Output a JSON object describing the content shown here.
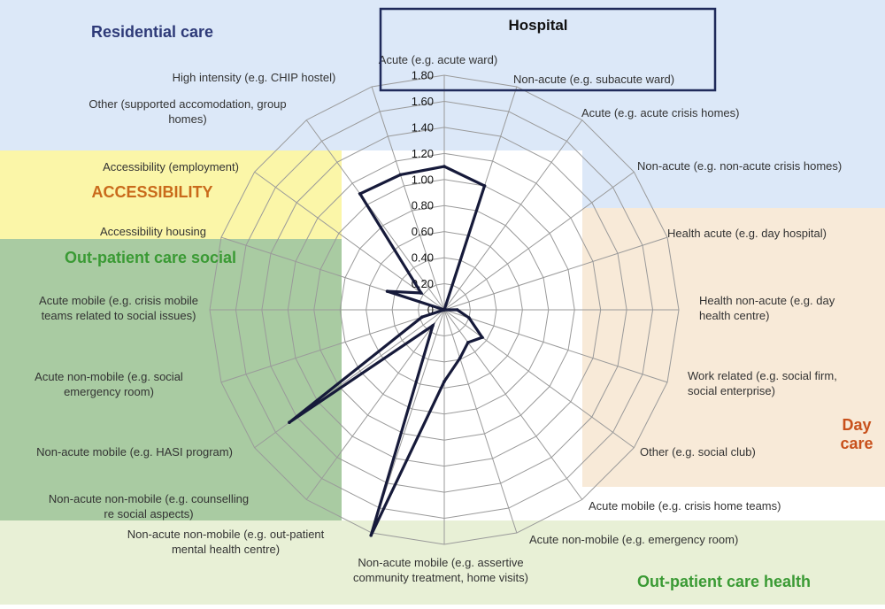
{
  "chart_data": {
    "type": "radar",
    "grid": true,
    "rlim": [
      0,
      1.8
    ],
    "ticks": [
      "0",
      "0.20",
      "0.40",
      "0.60",
      "0.80",
      "1.00",
      "1.20",
      "1.40",
      "1.60",
      "1.80"
    ],
    "groups": [
      {
        "title": "Hospital",
        "color": "#1f2a5a"
      },
      {
        "title": "Residential care",
        "color": "#2e3a78"
      },
      {
        "title": "ACCESSIBILITY",
        "color": "#c96a1b"
      },
      {
        "title": "Out-patient care social",
        "color": "#3a9a34"
      },
      {
        "title": "Day care",
        "color": "#c8501b"
      },
      {
        "title": "Out-patient care health",
        "color": "#3a9a34"
      }
    ],
    "axes": [
      {
        "label": [
          "Acute (e.g. acute ward)"
        ],
        "value": 1.1
      },
      {
        "label": [
          "Non-acute (e.g. subacute ward)"
        ],
        "value": 1.0
      },
      {
        "label": [
          "Acute (e.g. acute crisis homes)"
        ],
        "value": 0
      },
      {
        "label": [
          "Non-acute (e.g. non-acute crisis homes)"
        ],
        "value": 0
      },
      {
        "label": [
          "Health acute (e.g. day hospital)"
        ],
        "value": 0
      },
      {
        "label": [
          "Health non-acute (e.g. day",
          "health centre)"
        ],
        "value": 0.1
      },
      {
        "label": [
          "Work related (e.g. social firm,",
          "social enterprise)"
        ],
        "value": 0.2
      },
      {
        "label": [
          "Other (e.g. social club)"
        ],
        "value": 0.36
      },
      {
        "label": [
          "Acute mobile (e.g. crisis home teams)"
        ],
        "value": 0.31
      },
      {
        "label": [
          "Acute non-mobile (e.g. emergency room)"
        ],
        "value": 0.39
      },
      {
        "label": [
          "Non-acute mobile (e.g. assertive",
          "community treatment, home visits)"
        ],
        "value": 0.55
      },
      {
        "label": [
          "Non-acute non-mobile (e.g. out-patient",
          "mental health centre)"
        ],
        "value": 1.82
      },
      {
        "label": [
          "Non-acute non-mobile (e.g. counselling",
          "re social aspects)"
        ],
        "value": 0.15
      },
      {
        "label": [
          "Non-acute mobile (e.g. HASI program)"
        ],
        "value": 1.47
      },
      {
        "label": [
          "Acute non-mobile (e.g. social",
          "emergency room)"
        ],
        "value": 0.18
      },
      {
        "label": [
          "Acute mobile (e.g. crisis mobile",
          "teams related to social issues)"
        ],
        "value": 0
      },
      {
        "label": [
          "Accessibility housing"
        ],
        "value": 0.46
      },
      {
        "label": [
          "Accessibility (employment)"
        ],
        "value": 0.22
      },
      {
        "label": [
          "Other (supported accomodation, group",
          "homes)"
        ],
        "value": 1.1
      },
      {
        "label": [
          "High intensity (e.g. CHIP hostel)"
        ],
        "value": 1.09
      }
    ]
  }
}
